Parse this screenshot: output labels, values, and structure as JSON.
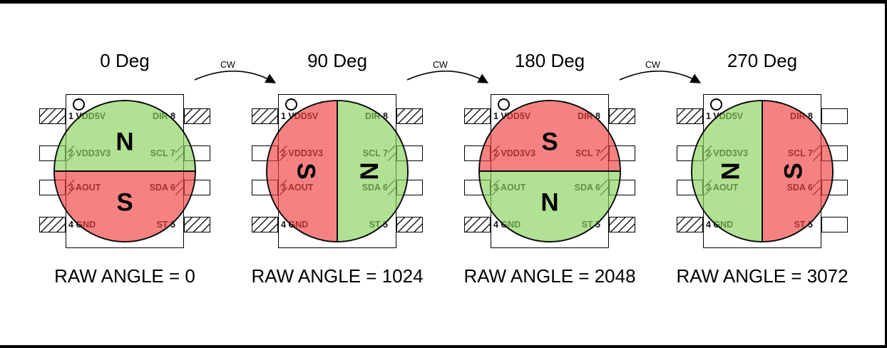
{
  "labels": {
    "cw": "CW"
  },
  "colors": {
    "magnet_green": "rgba(136,210,90,0.66)",
    "magnet_red": "rgba(240,65,65,0.66)",
    "line": "#000000"
  },
  "pins": {
    "left": [
      "1 VDD5V",
      "2 VDD3V3",
      "3 AOUT",
      "4 GND"
    ],
    "right": [
      "DIR 8",
      "SCL 7",
      "SDA 6",
      "ST 5"
    ]
  },
  "chips": [
    {
      "title": "0 Deg",
      "raw_angle": "RAW ANGLE = 0",
      "split": "horizontal",
      "pole_rotation": 0,
      "half_a": {
        "pole": "N",
        "color": "magnet_green"
      },
      "half_b": {
        "pole": "S",
        "color": "magnet_red"
      },
      "left_hatch": [
        true,
        false,
        false,
        true
      ],
      "right_hatch": [
        true,
        false,
        false,
        true
      ]
    },
    {
      "title": "90 Deg",
      "raw_angle": "RAW ANGLE = 1024",
      "split": "vertical",
      "pole_rotation": 90,
      "half_a": {
        "pole": "S",
        "color": "magnet_red"
      },
      "half_b": {
        "pole": "N",
        "color": "magnet_green"
      },
      "left_hatch": [
        true,
        false,
        false,
        true
      ],
      "right_hatch": [
        true,
        false,
        false,
        true
      ]
    },
    {
      "title": "180 Deg",
      "raw_angle": "RAW ANGLE = 2048",
      "split": "horizontal",
      "pole_rotation": 0,
      "half_a": {
        "pole": "S",
        "color": "magnet_red"
      },
      "half_b": {
        "pole": "N",
        "color": "magnet_green"
      },
      "left_hatch": [
        true,
        false,
        false,
        true
      ],
      "right_hatch": [
        true,
        false,
        false,
        true
      ]
    },
    {
      "title": "270 Deg",
      "raw_angle": "RAW ANGLE = 3072",
      "split": "vertical",
      "pole_rotation": -90,
      "half_a": {
        "pole": "N",
        "color": "magnet_green"
      },
      "half_b": {
        "pole": "S",
        "color": "magnet_red"
      },
      "left_hatch": [
        true,
        false,
        false,
        true
      ],
      "right_hatch": [
        false,
        false,
        false,
        false
      ]
    }
  ]
}
